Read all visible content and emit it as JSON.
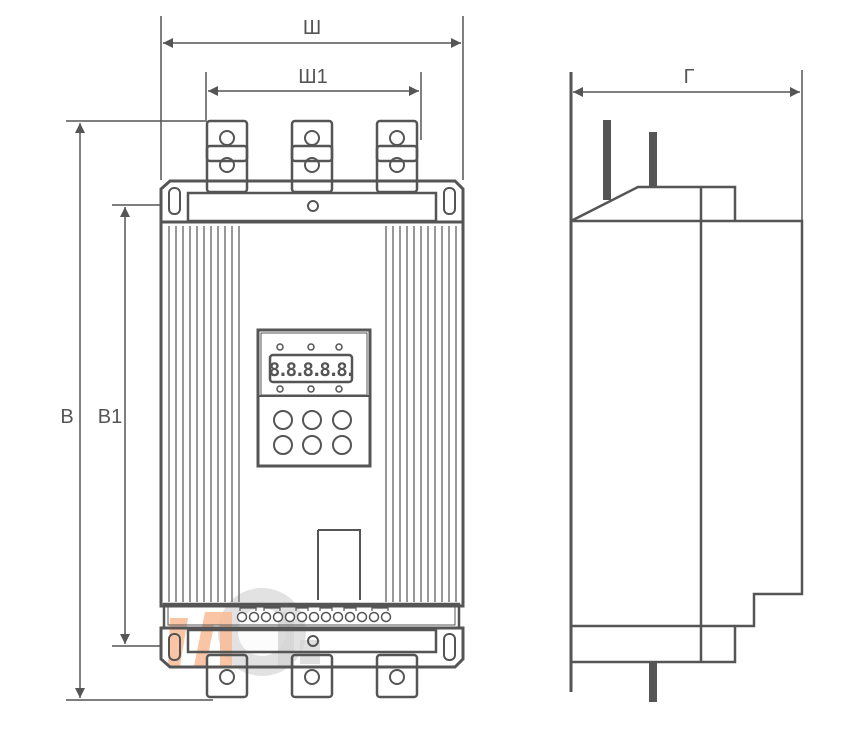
{
  "dimensions": {
    "width": "Ш",
    "width_mounting": "Ш1",
    "height": "В",
    "height_mounting": "В1",
    "depth": "Г"
  },
  "display": {
    "readout": "8.8.8.8.8."
  },
  "colors": {
    "line": "#555555",
    "panel": "#e6e6e6",
    "display_bg": "#f2f2f2",
    "watermark_orange": "#f7b48a",
    "watermark_gray": "#cfcfcf"
  },
  "icons": {
    "logo": "gear-logo-watermark"
  }
}
